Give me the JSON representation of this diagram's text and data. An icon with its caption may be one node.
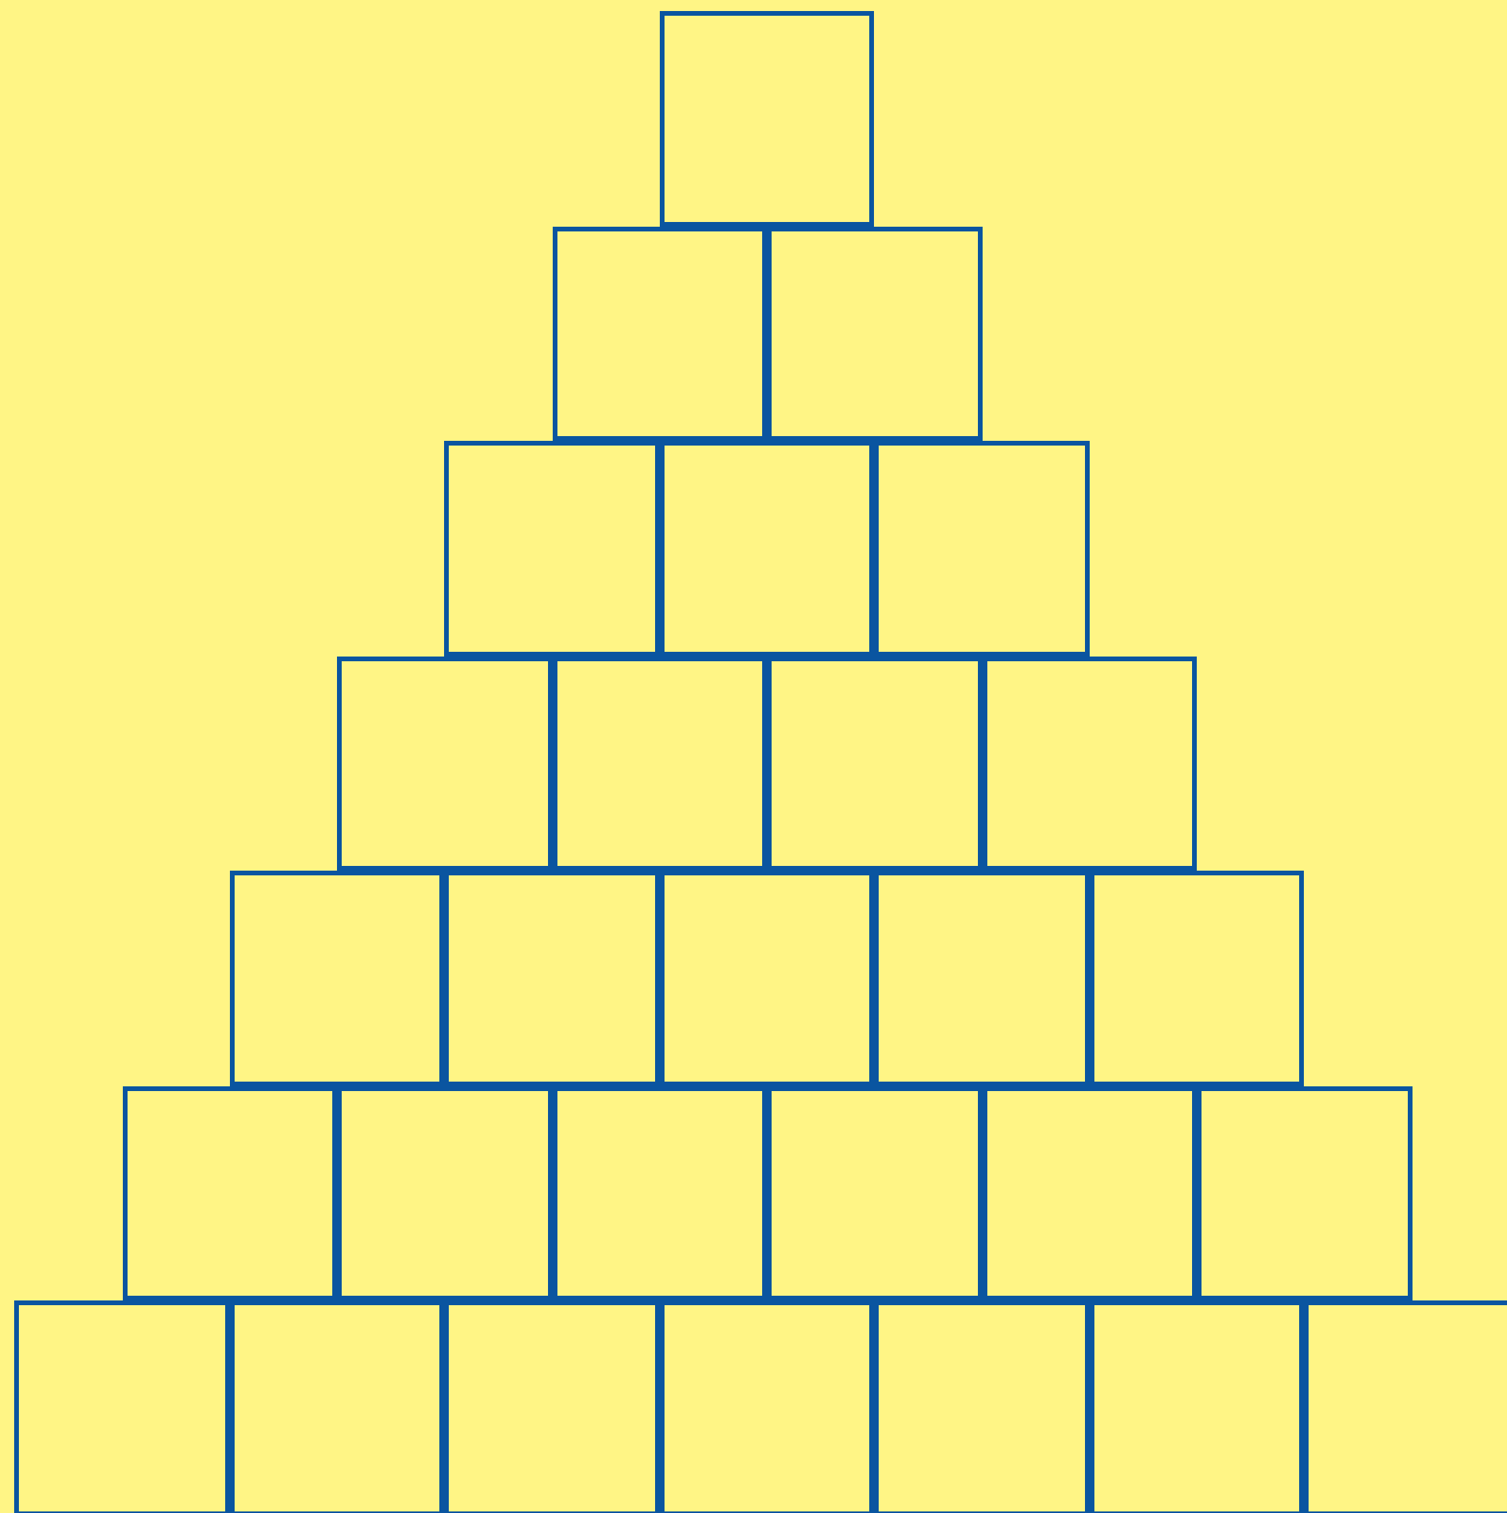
{
  "diagram": {
    "nodes": [
      {
        "text": [],
        "shape": "box"
      },
      {
        "text": [],
        "shape": "box"
      },
      {
        "text": [],
        "shape": "box"
      },
      {
        "text": [],
        "shape": "box"
      },
      {
        "text": [],
        "shape": "box"
      },
      {
        "text": [],
        "shape": "box"
      },
      {
        "text": [],
        "shape": "box"
      },
      {
        "text": [],
        "shape": "box"
      },
      {
        "text": [],
        "shape": "box"
      },
      {
        "text": [],
        "shape": "box"
      },
      {
        "text": [],
        "shape": "box"
      },
      {
        "text": [],
        "shape": "box"
      },
      {
        "text": [],
        "shape": "box"
      },
      {
        "text": [],
        "shape": "box"
      },
      {
        "text": [],
        "shape": "box"
      },
      {
        "text": [],
        "shape": "box"
      },
      {
        "text": [],
        "shape": "box"
      },
      {
        "text": [],
        "shape": "box"
      },
      {
        "text": [],
        "shape": "box"
      },
      {
        "text": [],
        "shape": "box"
      },
      {
        "text": [],
        "shape": "box"
      },
      {
        "text": [],
        "shape": "box"
      },
      {
        "text": [],
        "shape": "box"
      },
      {
        "text": [],
        "shape": "box"
      },
      {
        "text": [],
        "shape": "box"
      },
      {
        "text": [],
        "shape": "box"
      },
      {
        "text": [],
        "shape": "box"
      },
      {
        "text": [],
        "shape": "box"
      }
    ]
  }
}
